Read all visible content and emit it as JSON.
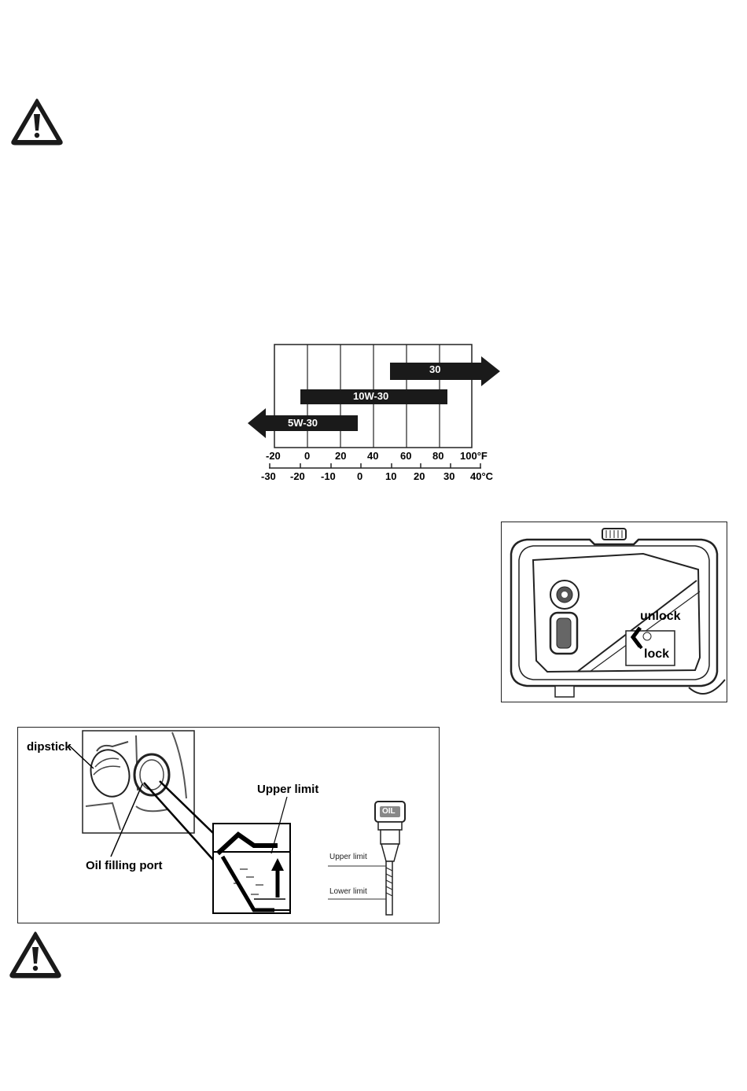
{
  "icons": {
    "warning_top": "warning-triangle-icon",
    "warning_bottom": "warning-triangle-icon"
  },
  "oil_chart": {
    "grades": [
      "30",
      "10W-30",
      "5W-30"
    ],
    "fahrenheit_ticks": [
      "-20",
      "0",
      "20",
      "40",
      "60",
      "80",
      "100°F"
    ],
    "celsius_ticks": [
      "-30",
      "-20",
      "-10",
      "0",
      "10",
      "20",
      "30",
      "40°C"
    ]
  },
  "panel_figure": {
    "unlock_label": "unlock",
    "lock_label": "lock"
  },
  "dipstick_figure": {
    "dipstick_label": "dipstick",
    "oil_port_label": "Oil filling port",
    "upper_limit_label": "Upper limit",
    "dipstick_upper": "Upper limit",
    "dipstick_lower": "Lower limit",
    "cap_text": "OIL"
  }
}
